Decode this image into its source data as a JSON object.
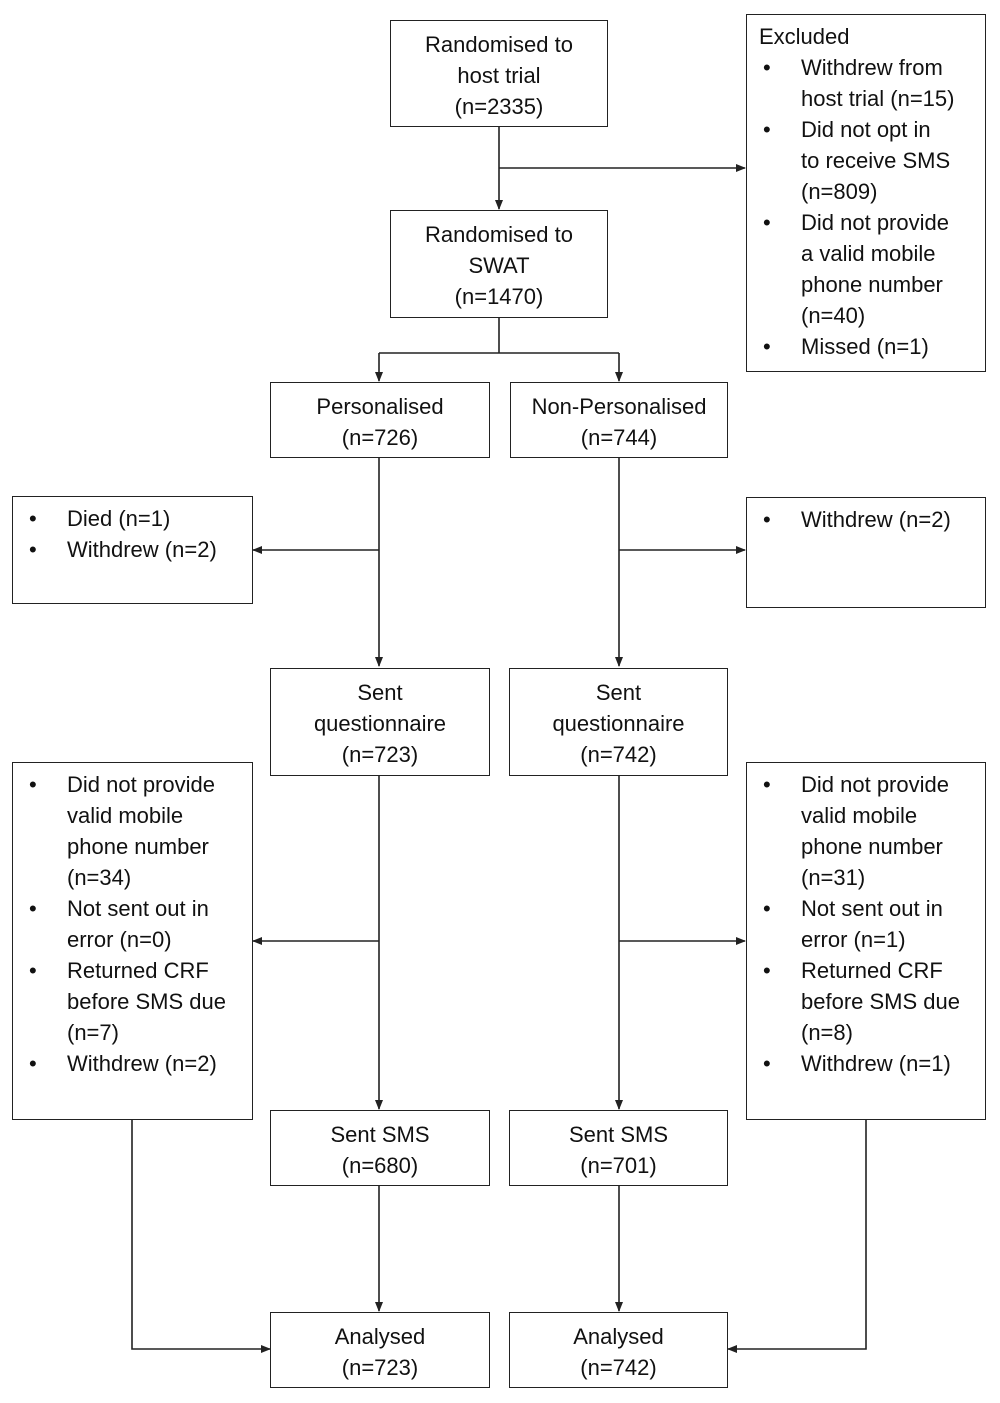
{
  "boxes": {
    "host_trial": [
      "Randomised to",
      "host trial",
      "(n=2335)"
    ],
    "swat": [
      "Randomised to",
      "SWAT",
      "(n=1470)"
    ],
    "personalised": [
      "Personalised",
      "(n=726)"
    ],
    "non_personalised": [
      "Non-Personalised",
      "(n=744)"
    ],
    "sent_q_p": [
      "Sent",
      "questionnaire",
      "(n=723)"
    ],
    "sent_q_np": [
      "Sent",
      "questionnaire",
      "(n=742)"
    ],
    "sent_sms_p": [
      "Sent SMS",
      "(n=680)"
    ],
    "sent_sms_np": [
      "Sent SMS",
      "(n=701)"
    ],
    "analysed_p": [
      "Analysed",
      "(n=723)"
    ],
    "analysed_np": [
      "Analysed",
      "(n=742)"
    ]
  },
  "excluded": {
    "heading": "Excluded",
    "items": [
      [
        "Withdrew from",
        "host trial (n=15)"
      ],
      [
        "Did not opt in",
        "to receive SMS",
        "(n=809)"
      ],
      [
        "Did not provide",
        "a valid mobile",
        "phone number",
        "(n=40)"
      ],
      [
        "Missed (n=1)"
      ]
    ]
  },
  "loss_p_1": {
    "items": [
      [
        "Died (n=1)"
      ],
      [
        "Withdrew (n=2)"
      ]
    ]
  },
  "loss_np_1": {
    "items": [
      [
        "Withdrew (n=2)"
      ]
    ]
  },
  "loss_p_2": {
    "items": [
      [
        "Did not provide",
        "valid mobile",
        "phone number",
        "(n=34)"
      ],
      [
        "Not sent out in",
        "error (n=0)"
      ],
      [
        "Returned CRF",
        "before SMS due",
        "(n=7)"
      ],
      [
        "Withdrew (n=2)"
      ]
    ]
  },
  "loss_np_2": {
    "items": [
      [
        "Did not provide",
        "valid mobile",
        "phone number",
        "(n=31)"
      ],
      [
        "Not sent out in",
        "error (n=1)"
      ],
      [
        "Returned CRF",
        "before SMS due",
        "(n=8)"
      ],
      [
        "Withdrew (n=1)"
      ]
    ]
  }
}
